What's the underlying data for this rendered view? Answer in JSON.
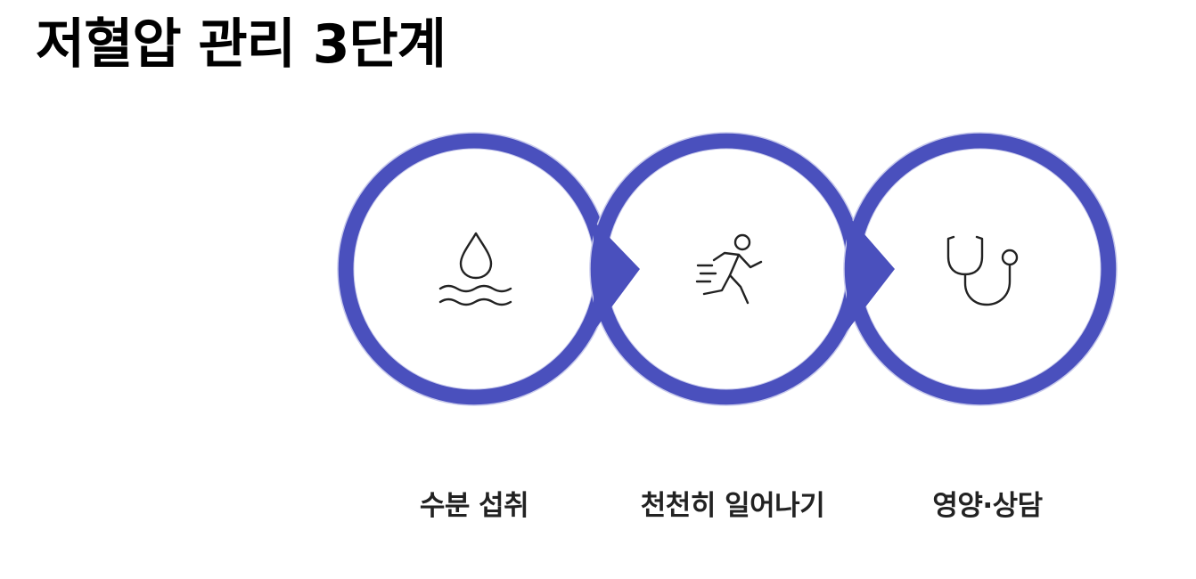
{
  "title": "저혈압 관리 3단계",
  "accent_color": "#4a50bd",
  "steps": [
    {
      "label": "수분 섭취",
      "icon": "water-drop-icon"
    },
    {
      "label": "천천히 일어나기",
      "icon": "running-person-icon"
    },
    {
      "label": "영양·상담",
      "icon": "stethoscope-icon"
    }
  ]
}
